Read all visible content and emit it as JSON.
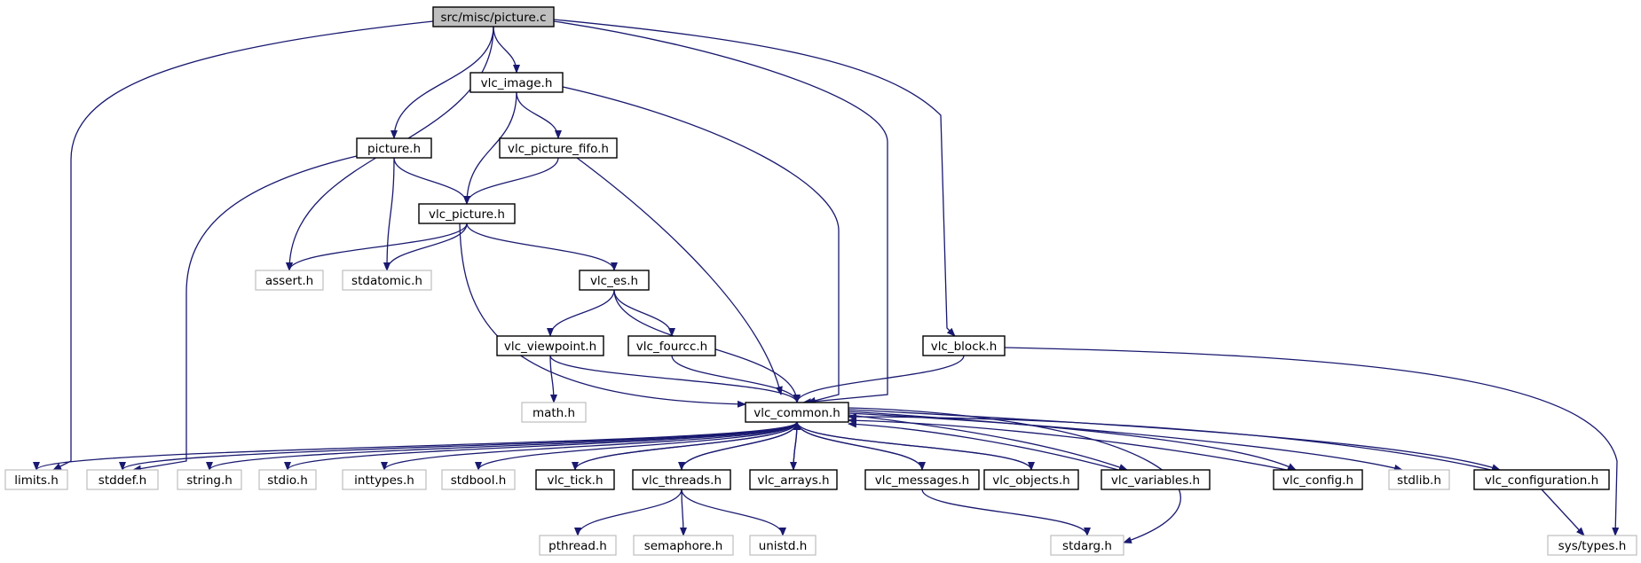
{
  "graph": {
    "root": "src/misc/picture.c",
    "edge_color": "#191970",
    "nodes": {
      "picture_c": {
        "label": "src/misc/picture.c",
        "kind": "root"
      },
      "vlc_image_h": {
        "label": "vlc_image.h",
        "kind": "documented"
      },
      "picture_h": {
        "label": "picture.h",
        "kind": "documented"
      },
      "vlc_picture_fifo_h": {
        "label": "vlc_picture_fifo.h",
        "kind": "documented"
      },
      "vlc_picture_h": {
        "label": "vlc_picture.h",
        "kind": "documented"
      },
      "assert_h": {
        "label": "assert.h",
        "kind": "external"
      },
      "stdatomic_h": {
        "label": "stdatomic.h",
        "kind": "external"
      },
      "vlc_es_h": {
        "label": "vlc_es.h",
        "kind": "documented"
      },
      "vlc_viewpoint_h": {
        "label": "vlc_viewpoint.h",
        "kind": "documented"
      },
      "vlc_fourcc_h": {
        "label": "vlc_fourcc.h",
        "kind": "documented"
      },
      "vlc_block_h": {
        "label": "vlc_block.h",
        "kind": "documented"
      },
      "math_h": {
        "label": "math.h",
        "kind": "external"
      },
      "vlc_common_h": {
        "label": "vlc_common.h",
        "kind": "documented"
      },
      "limits_h": {
        "label": "limits.h",
        "kind": "external"
      },
      "stddef_h": {
        "label": "stddef.h",
        "kind": "external"
      },
      "string_h": {
        "label": "string.h",
        "kind": "external"
      },
      "stdio_h": {
        "label": "stdio.h",
        "kind": "external"
      },
      "inttypes_h": {
        "label": "inttypes.h",
        "kind": "external"
      },
      "stdbool_h": {
        "label": "stdbool.h",
        "kind": "external"
      },
      "vlc_tick_h": {
        "label": "vlc_tick.h",
        "kind": "documented"
      },
      "vlc_threads_h": {
        "label": "vlc_threads.h",
        "kind": "documented"
      },
      "vlc_arrays_h": {
        "label": "vlc_arrays.h",
        "kind": "documented"
      },
      "vlc_messages_h": {
        "label": "vlc_messages.h",
        "kind": "documented"
      },
      "vlc_objects_h": {
        "label": "vlc_objects.h",
        "kind": "documented"
      },
      "vlc_variables_h": {
        "label": "vlc_variables.h",
        "kind": "documented"
      },
      "vlc_config_h": {
        "label": "vlc_config.h",
        "kind": "documented"
      },
      "stdlib_h": {
        "label": "stdlib.h",
        "kind": "external"
      },
      "vlc_configuration_h": {
        "label": "vlc_configuration.h",
        "kind": "documented"
      },
      "sys_types_h": {
        "label": "sys/types.h",
        "kind": "external"
      },
      "pthread_h": {
        "label": "pthread.h",
        "kind": "external"
      },
      "semaphore_h": {
        "label": "semaphore.h",
        "kind": "external"
      },
      "unistd_h": {
        "label": "unistd.h",
        "kind": "external"
      },
      "stdarg_h": {
        "label": "stdarg.h",
        "kind": "external"
      }
    },
    "edges": [
      {
        "from": "picture_c",
        "to": "limits_h"
      },
      {
        "from": "picture_c",
        "to": "assert_h"
      },
      {
        "from": "picture_c",
        "to": "picture_h"
      },
      {
        "from": "picture_c",
        "to": "vlc_image_h"
      },
      {
        "from": "picture_c",
        "to": "vlc_common_h"
      },
      {
        "from": "picture_c",
        "to": "vlc_block_h"
      },
      {
        "from": "vlc_image_h",
        "to": "vlc_picture_fifo_h"
      },
      {
        "from": "vlc_image_h",
        "to": "vlc_picture_h"
      },
      {
        "from": "vlc_image_h",
        "to": "vlc_common_h"
      },
      {
        "from": "picture_h",
        "to": "vlc_picture_h"
      },
      {
        "from": "picture_h",
        "to": "stdatomic_h"
      },
      {
        "from": "picture_h",
        "to": "stddef_h"
      },
      {
        "from": "vlc_picture_fifo_h",
        "to": "vlc_picture_h"
      },
      {
        "from": "vlc_picture_fifo_h",
        "to": "vlc_common_h"
      },
      {
        "from": "vlc_picture_h",
        "to": "assert_h"
      },
      {
        "from": "vlc_picture_h",
        "to": "stdatomic_h"
      },
      {
        "from": "vlc_picture_h",
        "to": "vlc_es_h"
      },
      {
        "from": "vlc_picture_h",
        "to": "vlc_common_h"
      },
      {
        "from": "vlc_es_h",
        "to": "vlc_viewpoint_h"
      },
      {
        "from": "vlc_es_h",
        "to": "vlc_fourcc_h"
      },
      {
        "from": "vlc_es_h",
        "to": "vlc_common_h"
      },
      {
        "from": "vlc_viewpoint_h",
        "to": "math_h"
      },
      {
        "from": "vlc_viewpoint_h",
        "to": "vlc_common_h"
      },
      {
        "from": "vlc_fourcc_h",
        "to": "vlc_common_h"
      },
      {
        "from": "vlc_block_h",
        "to": "vlc_common_h"
      },
      {
        "from": "vlc_block_h",
        "to": "sys_types_h"
      },
      {
        "from": "vlc_common_h",
        "to": "limits_h"
      },
      {
        "from": "vlc_common_h",
        "to": "stddef_h"
      },
      {
        "from": "vlc_common_h",
        "to": "string_h"
      },
      {
        "from": "vlc_common_h",
        "to": "stdio_h"
      },
      {
        "from": "vlc_common_h",
        "to": "inttypes_h"
      },
      {
        "from": "vlc_common_h",
        "to": "stdbool_h"
      },
      {
        "from": "vlc_common_h",
        "to": "vlc_tick_h"
      },
      {
        "from": "vlc_tick_h",
        "to": "vlc_common_h"
      },
      {
        "from": "vlc_common_h",
        "to": "vlc_threads_h"
      },
      {
        "from": "vlc_threads_h",
        "to": "vlc_common_h"
      },
      {
        "from": "vlc_common_h",
        "to": "vlc_arrays_h"
      },
      {
        "from": "vlc_arrays_h",
        "to": "vlc_common_h"
      },
      {
        "from": "vlc_common_h",
        "to": "vlc_messages_h"
      },
      {
        "from": "vlc_messages_h",
        "to": "vlc_common_h"
      },
      {
        "from": "vlc_common_h",
        "to": "vlc_objects_h"
      },
      {
        "from": "vlc_objects_h",
        "to": "vlc_common_h"
      },
      {
        "from": "vlc_common_h",
        "to": "vlc_variables_h"
      },
      {
        "from": "vlc_variables_h",
        "to": "vlc_common_h"
      },
      {
        "from": "vlc_common_h",
        "to": "vlc_config_h"
      },
      {
        "from": "vlc_config_h",
        "to": "vlc_common_h"
      },
      {
        "from": "vlc_common_h",
        "to": "stdlib_h"
      },
      {
        "from": "vlc_common_h",
        "to": "vlc_configuration_h"
      },
      {
        "from": "vlc_configuration_h",
        "to": "vlc_common_h"
      },
      {
        "from": "vlc_common_h",
        "to": "stdarg_h"
      },
      {
        "from": "vlc_threads_h",
        "to": "pthread_h"
      },
      {
        "from": "vlc_threads_h",
        "to": "semaphore_h"
      },
      {
        "from": "vlc_threads_h",
        "to": "unistd_h"
      },
      {
        "from": "vlc_messages_h",
        "to": "stdarg_h"
      },
      {
        "from": "vlc_configuration_h",
        "to": "sys_types_h"
      }
    ]
  }
}
